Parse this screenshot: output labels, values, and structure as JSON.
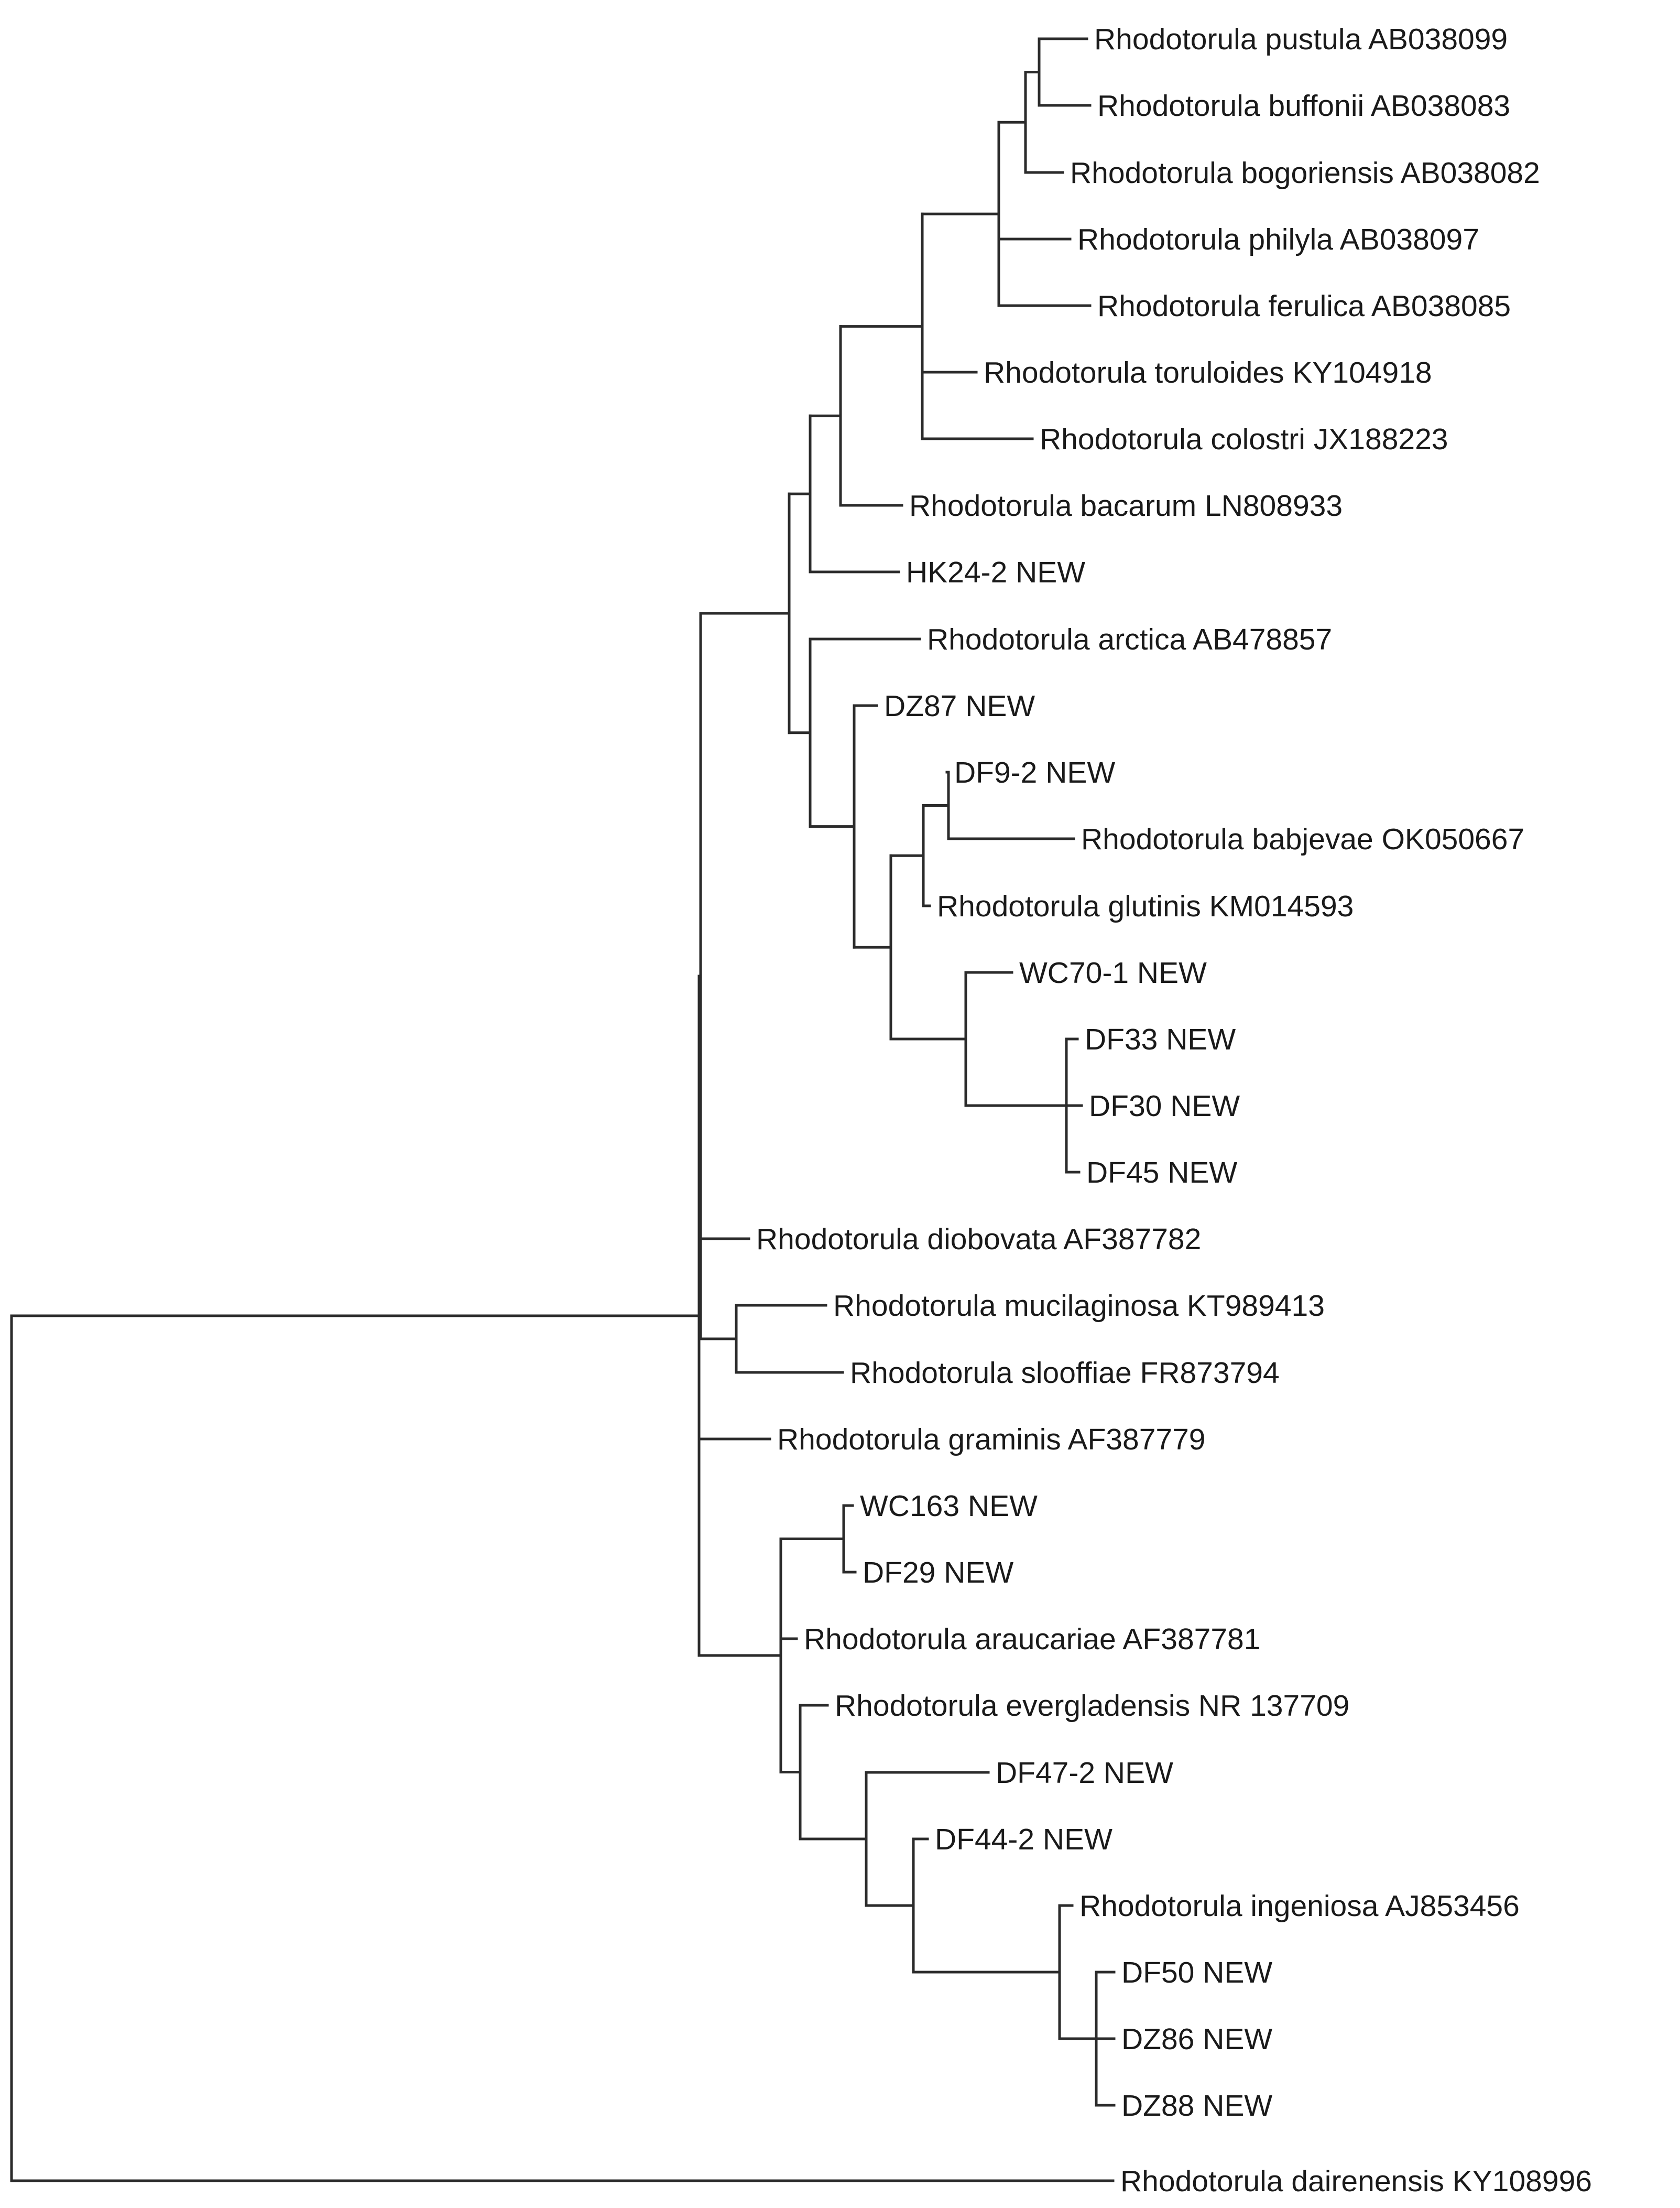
{
  "tree": {
    "taxa": [
      "Rhodotorula pustula AB038099",
      "Rhodotorula buffonii AB038083",
      "Rhodotorula bogoriensis AB038082",
      "Rhodotorula philyla AB038097",
      "Rhodotorula ferulica AB038085",
      "Rhodotorula toruloides KY104918",
      "Rhodotorula colostri JX188223",
      "Rhodotorula bacarum LN808933",
      "HK24-2 NEW",
      "Rhodotorula arctica AB478857",
      "DZ87 NEW",
      "DF9-2 NEW",
      "Rhodotorula babjevae OK050667",
      "Rhodotorula glutinis KM014593",
      "WC70-1 NEW",
      "DF33 NEW",
      "DF30 NEW",
      "DF45 NEW",
      "Rhodotorula diobovata AF387782",
      "Rhodotorula mucilaginosa KT989413",
      "Rhodotorula slooffiae FR873794",
      "Rhodotorula graminis AF387779",
      "WC163 NEW",
      "DF29 NEW",
      "Rhodotorula araucariae AF387781",
      "Rhodotorula evergladensis NR 137709",
      "DF47-2 NEW",
      "DF44-2 NEW",
      "Rhodotorula ingeniosa AJ853456",
      "DF50 NEW",
      "DZ86 NEW",
      "DZ88 NEW",
      "Rhodotorula dairenensis KY108996"
    ]
  }
}
